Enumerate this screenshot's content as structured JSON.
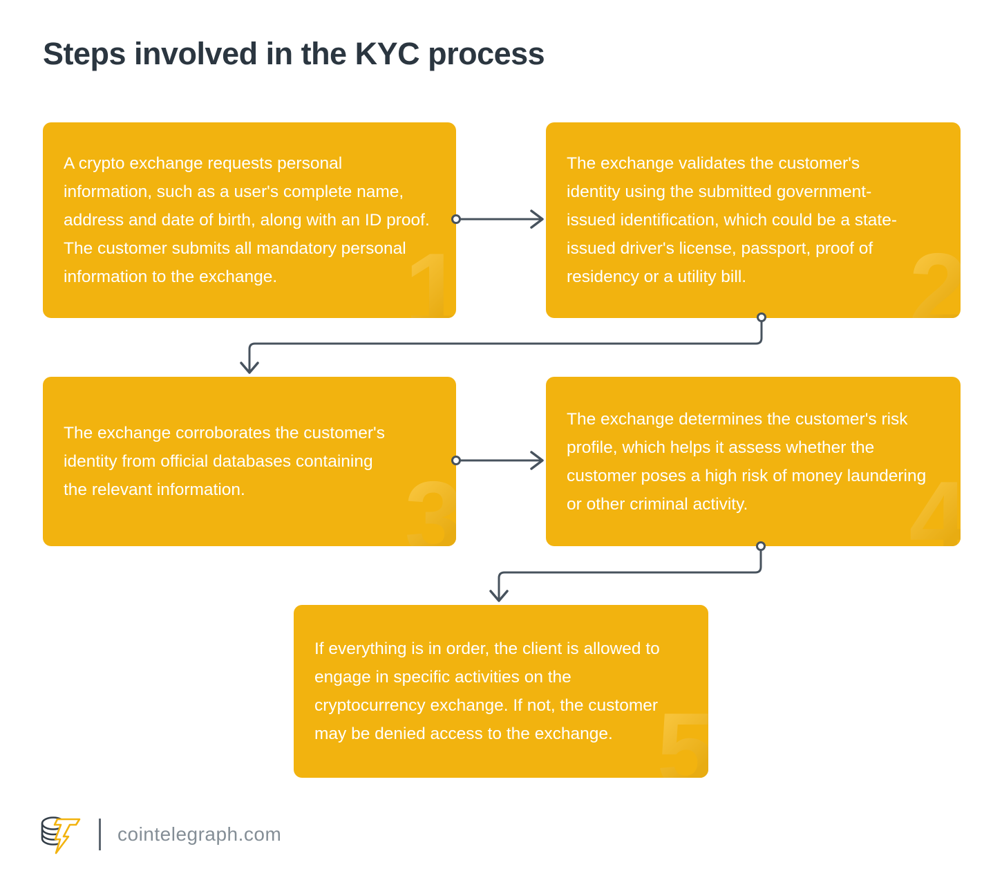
{
  "title": "Steps involved in the KYC process",
  "steps": [
    {
      "num": "1",
      "text": "A crypto exchange requests personal information, such as a user's complete name, address and date of birth, along with an ID proof. The customer submits all mandatory personal information to the exchange."
    },
    {
      "num": "2",
      "text": "The exchange validates the customer's identity using the submitted government-issued identification, which could be a state-issued driver's license, passport, proof of residency or a utility bill."
    },
    {
      "num": "3",
      "text": "The exchange corroborates the customer's identity from official databases containing the relevant information."
    },
    {
      "num": "4",
      "text": "The exchange determines the customer's risk profile, which helps it assess whether the customer poses a high risk of money laundering or other criminal activity."
    },
    {
      "num": "5",
      "text": "If everything is in order, the client is allowed to engage in specific activities on the cryptocurrency exchange. If not, the customer may be denied access to the exchange."
    }
  ],
  "footer": {
    "site": "cointelegraph.com",
    "logo_icon": "cointelegraph-coin-lightning-logo"
  },
  "colors": {
    "box": "#F2B30F",
    "number": "#E8AC12",
    "number_light": "#F7C33A",
    "connector": "#47525D",
    "title": "#2B3640",
    "footer": "#848E96",
    "coin": "#333E48",
    "bolt": "#F2B30F"
  }
}
